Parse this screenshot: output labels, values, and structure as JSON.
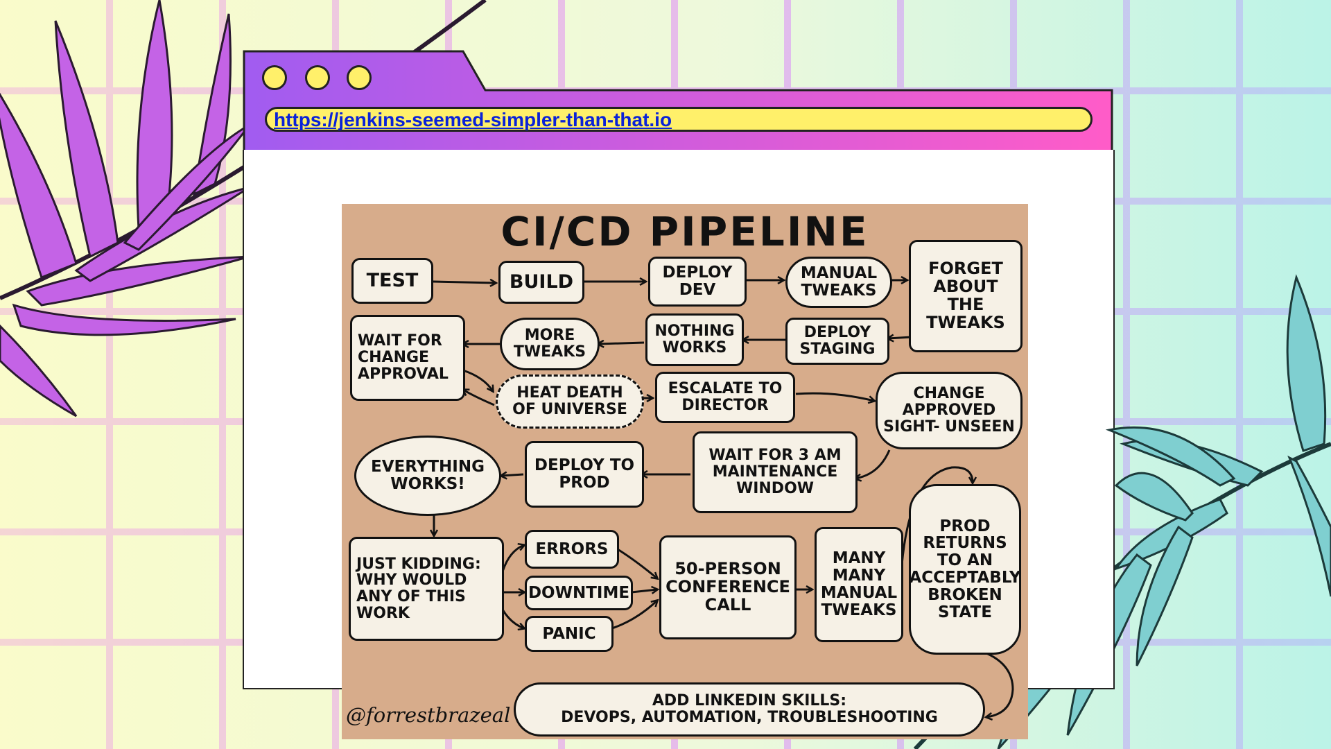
{
  "browser": {
    "url": "https://jenkins-seemed-simpler-than-that.io",
    "colors": {
      "chrome_start": "#a15cf0",
      "chrome_end": "#ff5cc8",
      "url_bar": "#fff06a",
      "link": "#0a22d8"
    }
  },
  "comic": {
    "title": "CI/CD PIPELINE",
    "signature": "@forrestbrazeal",
    "background": "#d7ac8b",
    "nodes": {
      "test": "TEST",
      "build": "BUILD",
      "deploy_dev": "DEPLOY\nDEV",
      "manual_tweaks": "MANUAL\nTWEAKS",
      "forget_tweaks": "FORGET\nABOUT\nTHE\nTWEAKS",
      "deploy_staging": "DEPLOY\nSTAGING",
      "nothing_works": "NOTHING\nWORKS",
      "more_tweaks": "MORE\nTWEAKS",
      "wait_change_approval": "WAIT FOR\nCHANGE\nAPPROVAL",
      "heat_death": "HEAT DEATH\nOF UNIVERSE",
      "escalate": "ESCALATE TO\nDIRECTOR",
      "change_approved": "CHANGE\nAPPROVED\nSIGHT- UNSEEN",
      "wait_3am": "WAIT FOR 3 AM\nMAINTENANCE\nWINDOW",
      "deploy_prod": "DEPLOY TO\nPROD",
      "everything_works": "EVERYTHING\nWORKS!",
      "just_kidding": "JUST KIDDING:\nWHY WOULD\nANY OF THIS\nWORK",
      "errors": "ERRORS",
      "downtime": "DOWNTIME",
      "panic": "PANIC",
      "conference_call": "50-PERSON\nCONFERENCE\nCALL",
      "many_tweaks": "MANY\nMANY\nMANUAL\nTWEAKS",
      "prod_returns": "PROD\nRETURNS\nTO AN\nACCEPTABLY\nBROKEN\nSTATE",
      "linkedin": "ADD LINKEDIN SKILLS:\nDEVOPS, AUTOMATION, TROUBLESHOOTING"
    }
  }
}
